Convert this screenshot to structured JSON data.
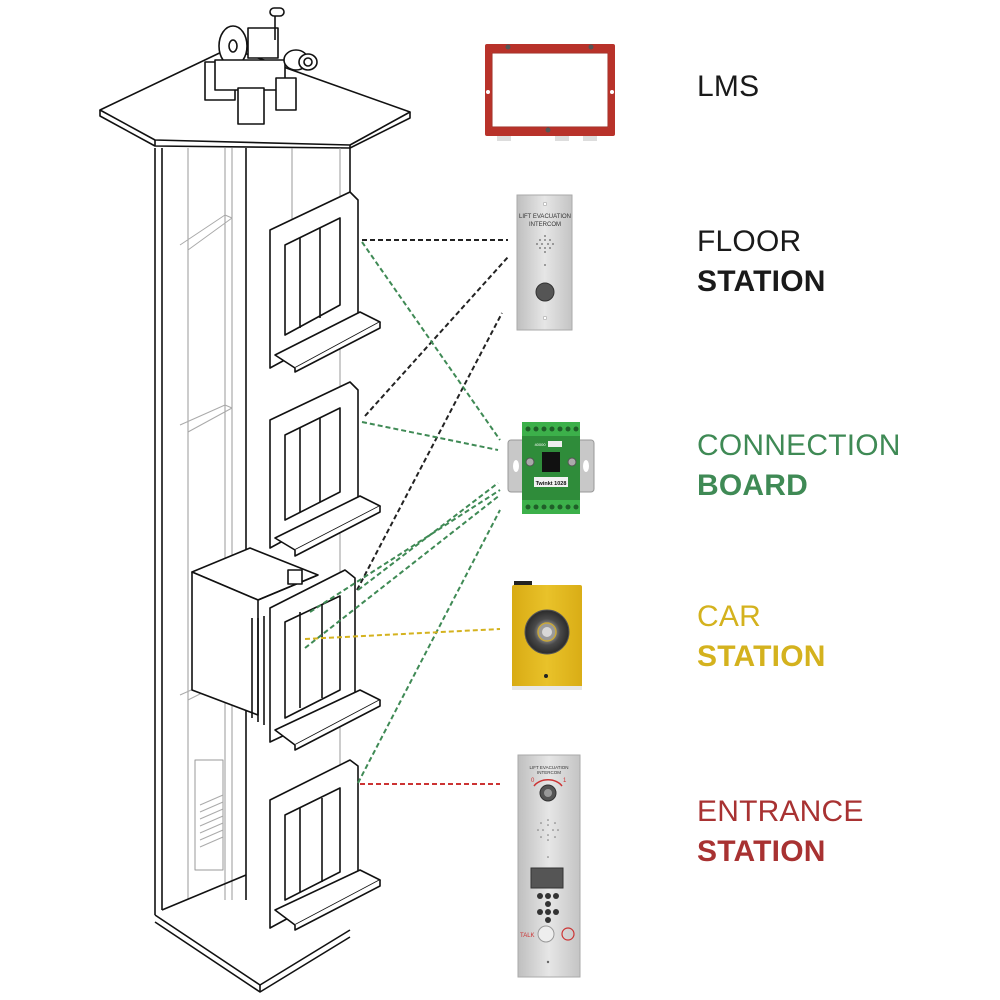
{
  "diagram": {
    "title": "Lift evacuation intercom system",
    "colors": {
      "black": "#1a1a1a",
      "green": "#3f8a55",
      "yellow": "#d4b21e",
      "red": "#a83232",
      "lms_red": "#c0392b",
      "panel_silver": "#d8d8d8",
      "board_green": "#3aa84a",
      "car_yellow": "#e2b81a"
    },
    "components": [
      {
        "id": "lms",
        "line1": "LMS",
        "line2": "",
        "color": "#1a1a1a"
      },
      {
        "id": "floor-station",
        "line1": "FLOOR",
        "line2": "STATION",
        "color": "#1a1a1a"
      },
      {
        "id": "connection-board",
        "line1": "CONNECTION",
        "line2": "BOARD",
        "color": "#3f8a55"
      },
      {
        "id": "car-station",
        "line1": "CAR",
        "line2": "STATION",
        "color": "#d4b21e"
      },
      {
        "id": "entrance-station",
        "line1": "ENTRANCE",
        "line2": "STATION",
        "color": "#a83232"
      }
    ],
    "device_text": {
      "floor_panel_line1": "LIFT EVACUATION",
      "floor_panel_line2": "INTERCOM",
      "board_label": "Twinkt 1028",
      "board_chip": "40000",
      "entrance_line1": "LIFT EVACUATION",
      "entrance_line2": "INTERCOM",
      "entrance_off": "0",
      "entrance_on": "1",
      "entrance_talk": "TALK"
    },
    "connections": [
      {
        "from": "floor-1",
        "to": "floor-station",
        "style": "black-dashed"
      },
      {
        "from": "floor-2",
        "to": "floor-station",
        "style": "black-dashed"
      },
      {
        "from": "floor-3",
        "to": "floor-station",
        "style": "black-dashed"
      },
      {
        "from": "floor-1",
        "to": "connection-board",
        "style": "green-dashed"
      },
      {
        "from": "floor-2",
        "to": "connection-board",
        "style": "green-dashed"
      },
      {
        "from": "floor-3",
        "to": "connection-board",
        "style": "green-dashed"
      },
      {
        "from": "car",
        "to": "connection-board",
        "style": "green-dashed"
      },
      {
        "from": "floor-4",
        "to": "connection-board",
        "style": "green-dashed"
      },
      {
        "from": "car",
        "to": "car-station",
        "style": "yellow-dashed"
      },
      {
        "from": "floor-4",
        "to": "entrance-station",
        "style": "red-dashed"
      }
    ]
  }
}
